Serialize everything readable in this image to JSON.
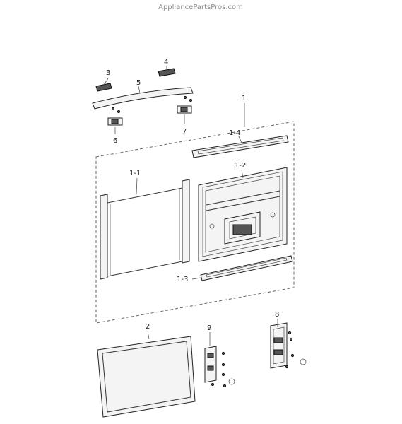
{
  "watermark": "AppliancePartsPros.com",
  "callouts": {
    "p1": "1",
    "p1_1": "1-1",
    "p1_2": "1-2",
    "p1_3": "1-3",
    "p1_4": "1-4",
    "p2": "2",
    "p3": "3",
    "p4": "4",
    "p5": "5",
    "p6": "6",
    "p7": "7",
    "p8": "8",
    "p9": "9"
  }
}
